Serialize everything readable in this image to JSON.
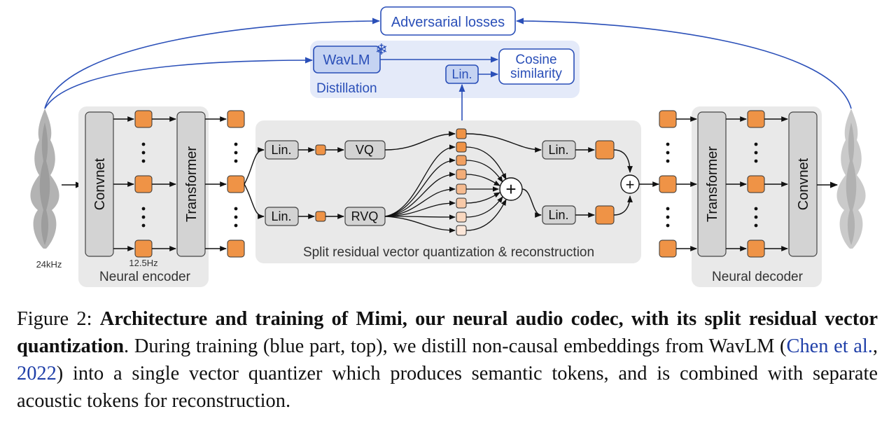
{
  "diagram": {
    "top": {
      "adversarial": "Adversarial losses",
      "wavlm": "WavLM",
      "lin": "Lin.",
      "cosine_line1": "Cosine",
      "cosine_line2": "similarity",
      "distillation": "Distillation",
      "snowflake": "❄"
    },
    "labels": {
      "rate_in": "24kHz",
      "rate_frame": "12.5Hz",
      "encoder_title": "Neural encoder",
      "decoder_title": "Neural decoder",
      "quant_title": "Split residual vector quantization & reconstruction",
      "convnet": "Convnet",
      "transformer": "Transformer",
      "lin": "Lin.",
      "vq": "VQ",
      "rvq": "RVQ",
      "plus": "+"
    }
  },
  "caption": {
    "label": "Figure 2:",
    "bold": "Architecture and training of Mimi, our neural audio codec, with its split residual vector quantization",
    "text_1": ". During training (blue part, top), we distill non-causal embeddings from WavLM (",
    "cite_author": "Chen et al.",
    "cite_sep": ", ",
    "cite_year": "2022",
    "text_2": ") into a single vector quantizer which produces semantic tokens, and is combined with separate acoustic tokens for reconstruction."
  },
  "colors": {
    "orange": "#ef9346",
    "blue": "#2a4fb8",
    "blue_fill": "#c5d3f2",
    "panel_blue": "#e4eaf9",
    "panel_gray": "#e9e9e9",
    "block_gray": "#d6d6d6"
  }
}
